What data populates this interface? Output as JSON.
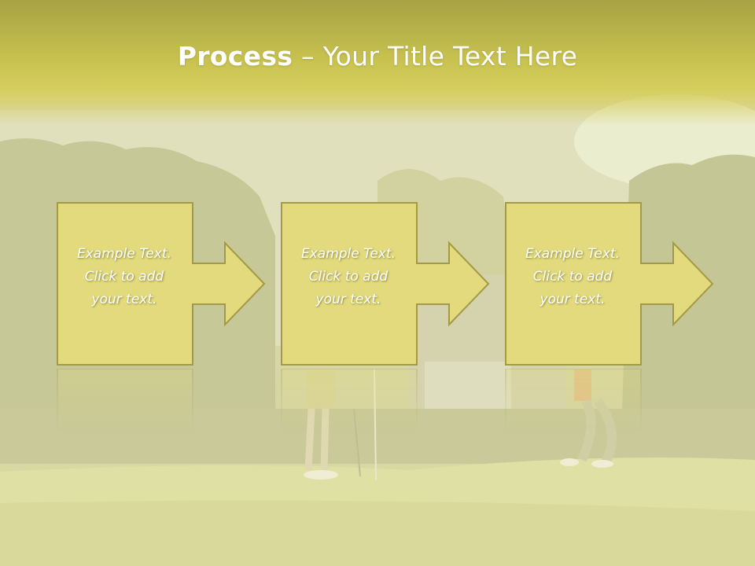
{
  "slide": {
    "title_bold": "Process",
    "title_rest": " – Your Title Text Here"
  },
  "steps": [
    {
      "text": "Example Text.\nClick  to add\nyour text."
    },
    {
      "text": "Example Text.\nClick  to add\nyour text."
    },
    {
      "text": "Example Text.\nClick  to add\nyour text."
    }
  ],
  "colors": {
    "header": "#c6c04f",
    "box_fill": "#e2da7c",
    "box_stroke": "#a39a45",
    "text": "#ffffff"
  }
}
